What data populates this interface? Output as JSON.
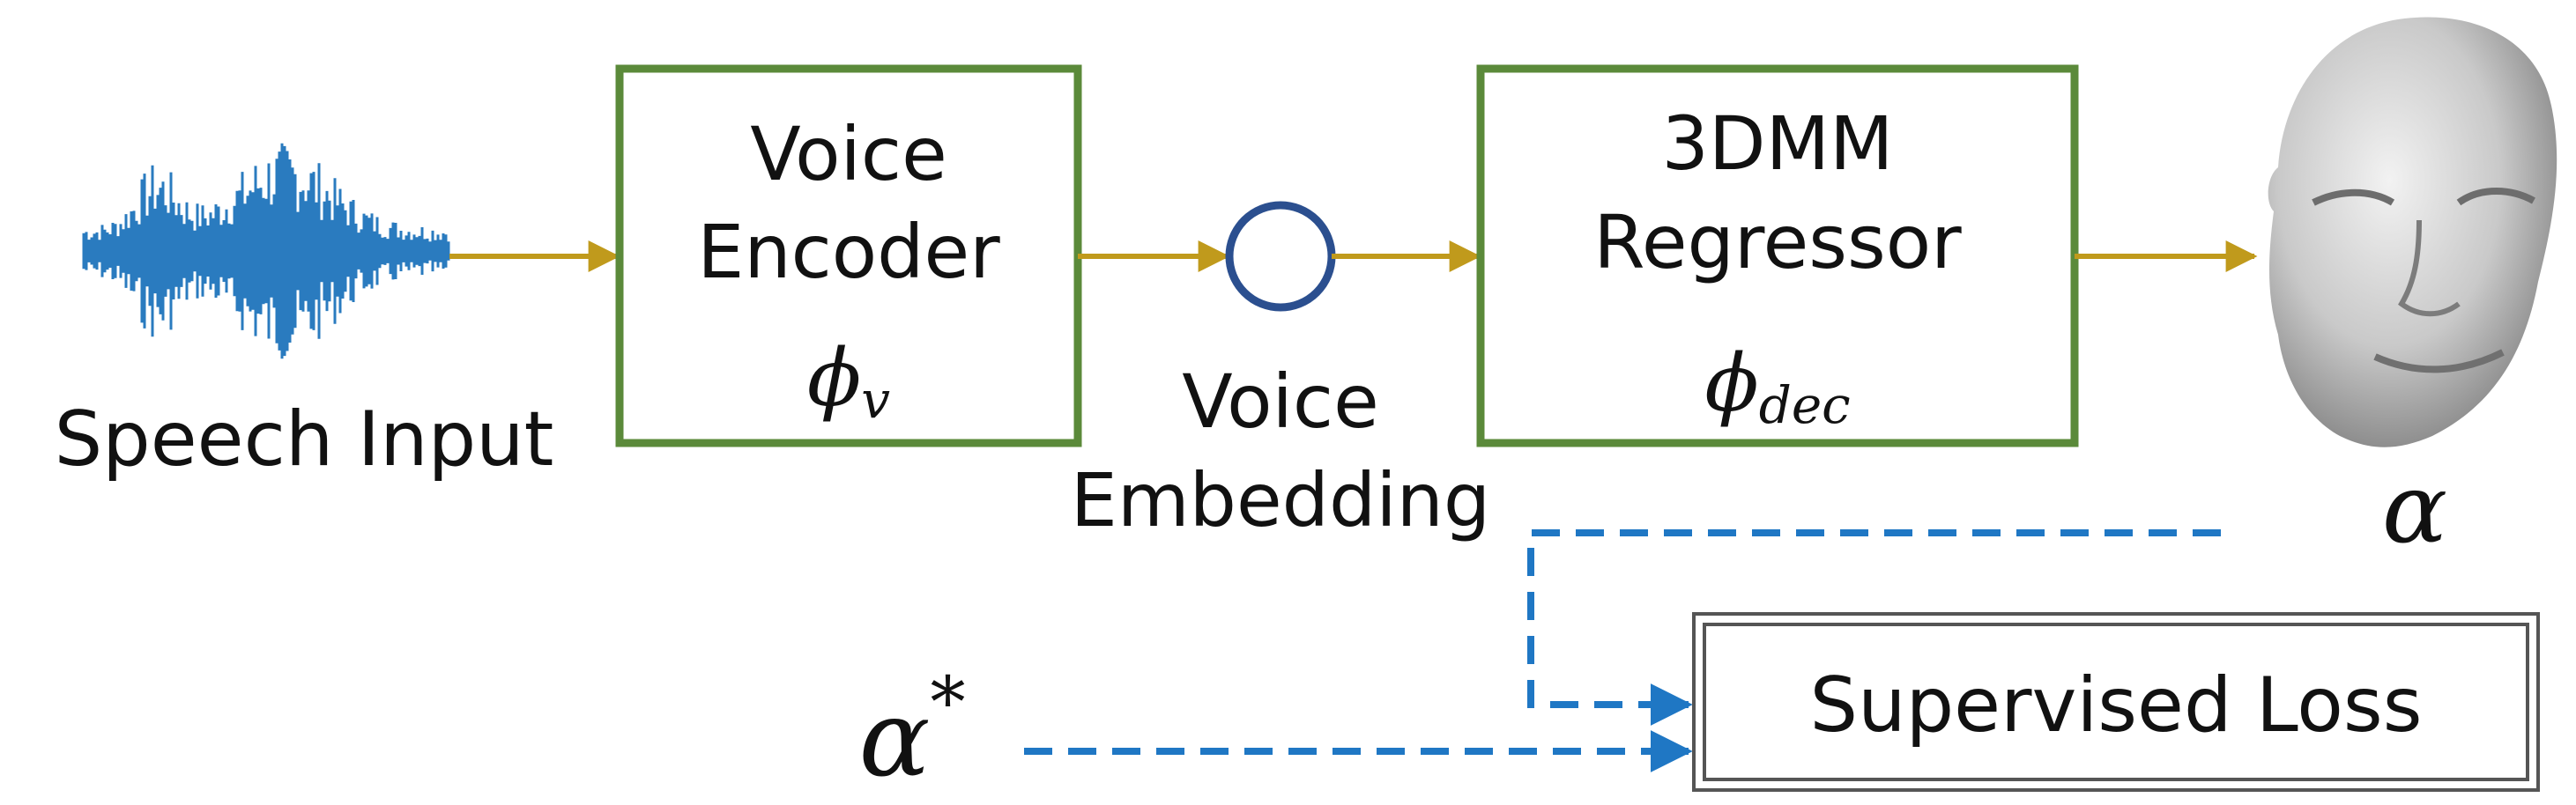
{
  "colors": {
    "flow_arrow": "#c09a1c",
    "module_border": "#5b8a3a",
    "embedding_node": "#2b4f8f",
    "supervision_arrow": "#1f77c4",
    "waveform": "#2a7bbf",
    "text": "#111111"
  },
  "labels": {
    "speech_input": "Speech Input",
    "voice_embedding_line1": "Voice",
    "voice_embedding_line2": "Embedding",
    "alpha": "α",
    "alpha_star_base": "α",
    "alpha_star_sup": "*"
  },
  "modules": {
    "voice_encoder": {
      "line1": "Voice",
      "line2": "Encoder",
      "symbol": "ϕ",
      "subscript": "v"
    },
    "regressor": {
      "line1": "3DMM",
      "line2": "Regressor",
      "symbol": "ϕ",
      "subscript": "dec"
    },
    "loss": {
      "label": "Supervised Loss"
    }
  },
  "icons": {
    "waveform": "audio-waveform-icon",
    "face": "3d-face-mesh-icon"
  }
}
